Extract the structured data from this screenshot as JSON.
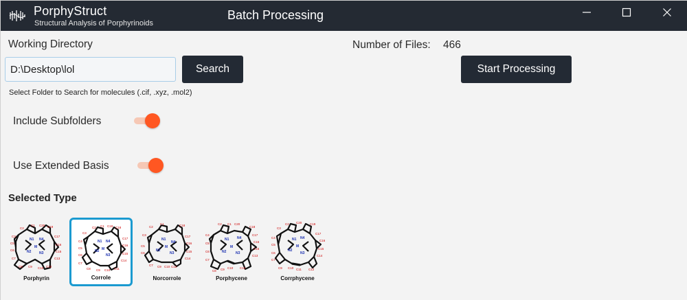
{
  "titlebar": {
    "app_name": "PorphyStruct",
    "app_subtitle": "Structural Analysis of Porphyrinoids",
    "window_title": "Batch Processing"
  },
  "form": {
    "working_directory_label": "Working Directory",
    "working_directory_value": "D:\\Desktop\\lol",
    "search_label": "Search",
    "hint": "Select Folder to Search for molecules (.cif, .xyz, .mol2)",
    "number_of_files_label": "Number of Files:",
    "number_of_files_value": "466",
    "start_label": "Start Processing",
    "include_subfolders_label": "Include Subfolders",
    "include_subfolders_on": true,
    "extended_basis_label": "Use Extended Basis",
    "extended_basis_on": true
  },
  "types": {
    "title": "Selected Type",
    "items": [
      {
        "name": "Porphyrin",
        "selected": false
      },
      {
        "name": "Corrole",
        "selected": true
      },
      {
        "name": "Norcorrole",
        "selected": false
      },
      {
        "name": "Porphycene",
        "selected": false
      },
      {
        "name": "Corrphycene",
        "selected": false
      }
    ]
  },
  "colors": {
    "titlebar_bg": "#242a33",
    "button_bg": "#232a34",
    "toggle_accent": "#ff5722",
    "selection_border": "#1b9ad0",
    "atom_label_carbon": "#cc0000",
    "atom_label_nitrogen": "#1a2fb0"
  }
}
